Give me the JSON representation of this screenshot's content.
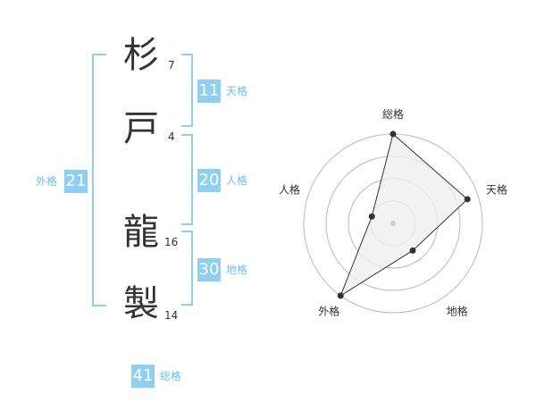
{
  "name_chars": [
    {
      "char": "杉",
      "strokes": "7"
    },
    {
      "char": "戸",
      "strokes": "4"
    },
    {
      "char": "龍",
      "strokes": "16"
    },
    {
      "char": "製",
      "strokes": "14"
    }
  ],
  "kaku": {
    "tenkaku": {
      "value": "11",
      "label": "天格"
    },
    "jinkaku": {
      "value": "20",
      "label": "人格"
    },
    "chikaku": {
      "value": "30",
      "label": "地格"
    },
    "gaikaku": {
      "value": "21",
      "label": "外格"
    },
    "soukaku": {
      "value": "41",
      "label": "総格"
    }
  },
  "radar": {
    "axes": [
      "総格",
      "天格",
      "地格",
      "外格",
      "人格"
    ],
    "levels": 4,
    "values": [
      4,
      3.5,
      1.5,
      4,
      1
    ],
    "colors": {
      "fill": "#efefef",
      "line": "#333333",
      "grid": "#bbbbbb",
      "dot": "#333333",
      "center": "#cccccc"
    }
  },
  "colors": {
    "accent": "#8fd0f2",
    "label": "#6cc2ec"
  }
}
